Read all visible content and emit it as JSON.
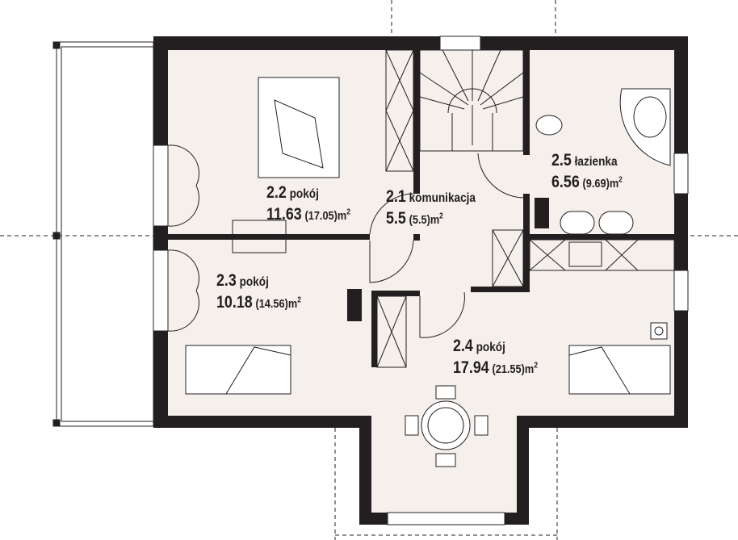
{
  "colors": {
    "floor": "#f5f0ec",
    "wall": "#231f20",
    "background": "#ffffff"
  },
  "rooms": [
    {
      "id": "2.2",
      "name": "pokój",
      "area": "11.63",
      "gross": "(17.05)",
      "unit": "m",
      "exp": "2"
    },
    {
      "id": "2.1",
      "name": "komunikacja",
      "area": "5.5",
      "gross": "(5.5)",
      "unit": "m",
      "exp": "2"
    },
    {
      "id": "2.5",
      "name": "łazienka",
      "area": "6.56",
      "gross": "(9.69)",
      "unit": "m",
      "exp": "2"
    },
    {
      "id": "2.3",
      "name": "pokój",
      "area": "10.18",
      "gross": "(14.56)",
      "unit": "m",
      "exp": "2"
    },
    {
      "id": "2.4",
      "name": "pokój",
      "area": "17.94",
      "gross": "(21.55)",
      "unit": "m",
      "exp": "2"
    }
  ]
}
